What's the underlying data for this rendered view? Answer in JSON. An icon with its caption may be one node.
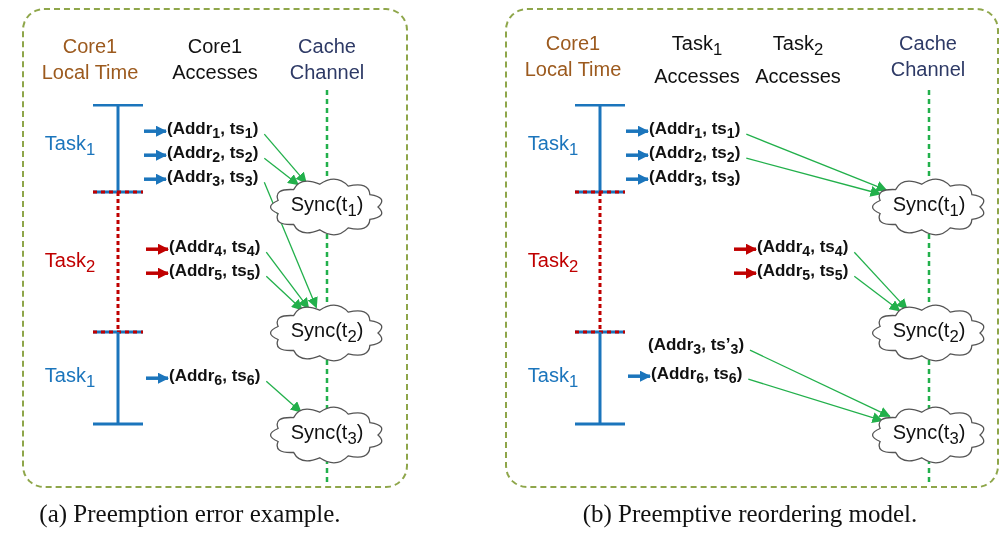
{
  "diagram": {
    "nodes": [
      {
        "text": [],
        "shape": "box",
        "beside": [
          "(a) Preemption error example."
        ]
      },
      {
        "text": [
          "(Addr$_{1}$, ts$_{1}$)"
        ],
        "in": 0
      },
      {
        "text": [
          "(Addr$_{2}$, ts$_{2}$)"
        ],
        "in": 0
      },
      {
        "text": [
          "(Addr$_{3}$, ts$_{3}$)"
        ],
        "in": 0
      },
      {
        "text": [
          "Sync(t$_{1}$)"
        ],
        "in": 0
      },
      {
        "text": [
          "(Addr$_{4}$, ts$_{4}$)"
        ],
        "in": 0
      },
      {
        "text": [
          "(Addr$_{5}$, ts$_{5}$)"
        ],
        "in": 0
      },
      {
        "text": [
          "Sync(t$_{2}$)"
        ],
        "in": 0
      },
      {
        "text": [
          "(Addr$_{6}$, ts$_{6}$)"
        ],
        "in": 0
      },
      {
        "text": [
          "Sync(t$_{3}$)"
        ],
        "in": 0
      },
      {
        "text": [],
        "shape": "box",
        "beside": [
          "(b) Preemptive reordering model."
        ]
      },
      {
        "text": [
          "(Addr$_{1}$, ts$_{1}$)"
        ],
        "in": 10
      },
      {
        "text": [
          "(Addr$_{2}$, ts$_{2}$)"
        ],
        "in": 10
      },
      {
        "text": [
          "(Addr$_{3}$, ts$_{3}$)"
        ],
        "in": 10
      },
      {
        "text": [
          "Sync(t$_{1}$)"
        ],
        "in": 10
      },
      {
        "text": [
          "(Addr$_{4}$, ts$_{4}$)"
        ],
        "in": 10
      },
      {
        "text": [
          "(Addr$_{5}$, ts$_{5}$)"
        ],
        "in": 10
      },
      {
        "text": [
          "Sync(t$_{2}$)"
        ],
        "in": 10
      },
      {
        "text": [
          "(Addr$_{3}$, ts’$_{3}$)"
        ],
        "in": 10
      },
      {
        "text": [
          "(Addr$_{6}$, ts$_{6}$)"
        ],
        "in": 10
      },
      {
        "text": [
          "Sync(t$_{3}$)"
        ],
        "in": 10
      }
    ],
    "edges": [
      {
        "from": null,
        "to": 1,
        "arrow": "to",
        "style": "thick",
        "color": "#1b75bc"
      },
      {
        "from": null,
        "to": 2,
        "arrow": "to",
        "style": "thick",
        "color": "#1b75bc"
      },
      {
        "from": null,
        "to": 3,
        "arrow": "to",
        "style": "thick",
        "color": "#1b75bc"
      },
      {
        "from": null,
        "to": 5,
        "arrow": "to",
        "style": "thick",
        "color": "#c00000"
      },
      {
        "from": null,
        "to": 6,
        "arrow": "to",
        "style": "thick",
        "color": "#c00000"
      },
      {
        "from": null,
        "to": 8,
        "arrow": "to",
        "style": "thick",
        "color": "#1b75bc"
      },
      {
        "from": 1,
        "to": 4,
        "arrow": "to"
      },
      {
        "from": 2,
        "to": 4,
        "arrow": "to"
      },
      {
        "from": 3,
        "to": 7,
        "arrow": "to"
      },
      {
        "from": 5,
        "to": 7,
        "arrow": "to"
      },
      {
        "from": 6,
        "to": 7,
        "arrow": "to"
      },
      {
        "from": 8,
        "to": 9,
        "arrow": "to"
      },
      {
        "from": null,
        "to": 11,
        "arrow": "to",
        "style": "thick",
        "color": "#1b75bc"
      },
      {
        "from": null,
        "to": 12,
        "arrow": "to",
        "style": "thick",
        "color": "#1b75bc"
      },
      {
        "from": null,
        "to": 13,
        "arrow": "to",
        "style": "thick",
        "color": "#1b75bc"
      },
      {
        "from": null,
        "to": 15,
        "arrow": "to",
        "style": "thick",
        "color": "#c00000"
      },
      {
        "from": null,
        "to": 16,
        "arrow": "to",
        "style": "thick",
        "color": "#c00000"
      },
      {
        "from": null,
        "to": 19,
        "arrow": "to",
        "style": "thick",
        "color": "#1b75bc"
      },
      {
        "from": 11,
        "to": 14,
        "arrow": "to"
      },
      {
        "from": 12,
        "to": 14,
        "arrow": "to"
      },
      {
        "from": 15,
        "to": 17,
        "arrow": "to"
      },
      {
        "from": 16,
        "to": 17,
        "arrow": "to"
      },
      {
        "from": 18,
        "to": 20,
        "arrow": "to"
      },
      {
        "from": 19,
        "to": 20,
        "arrow": "to"
      }
    ],
    "labels": [
      "Core1 Local Time",
      "Core1 Accesses",
      "Cache Channel",
      "Task$_{1}$",
      "Task$_{2}$",
      "Task$_{1}$",
      "Core1 Local Time",
      "Task$_{1}$ Accesses",
      "Task$_{2}$ Accesses",
      "Cache Channel",
      "Task$_{1}$",
      "Task$_{2}$",
      "Task$_{1}$"
    ]
  }
}
